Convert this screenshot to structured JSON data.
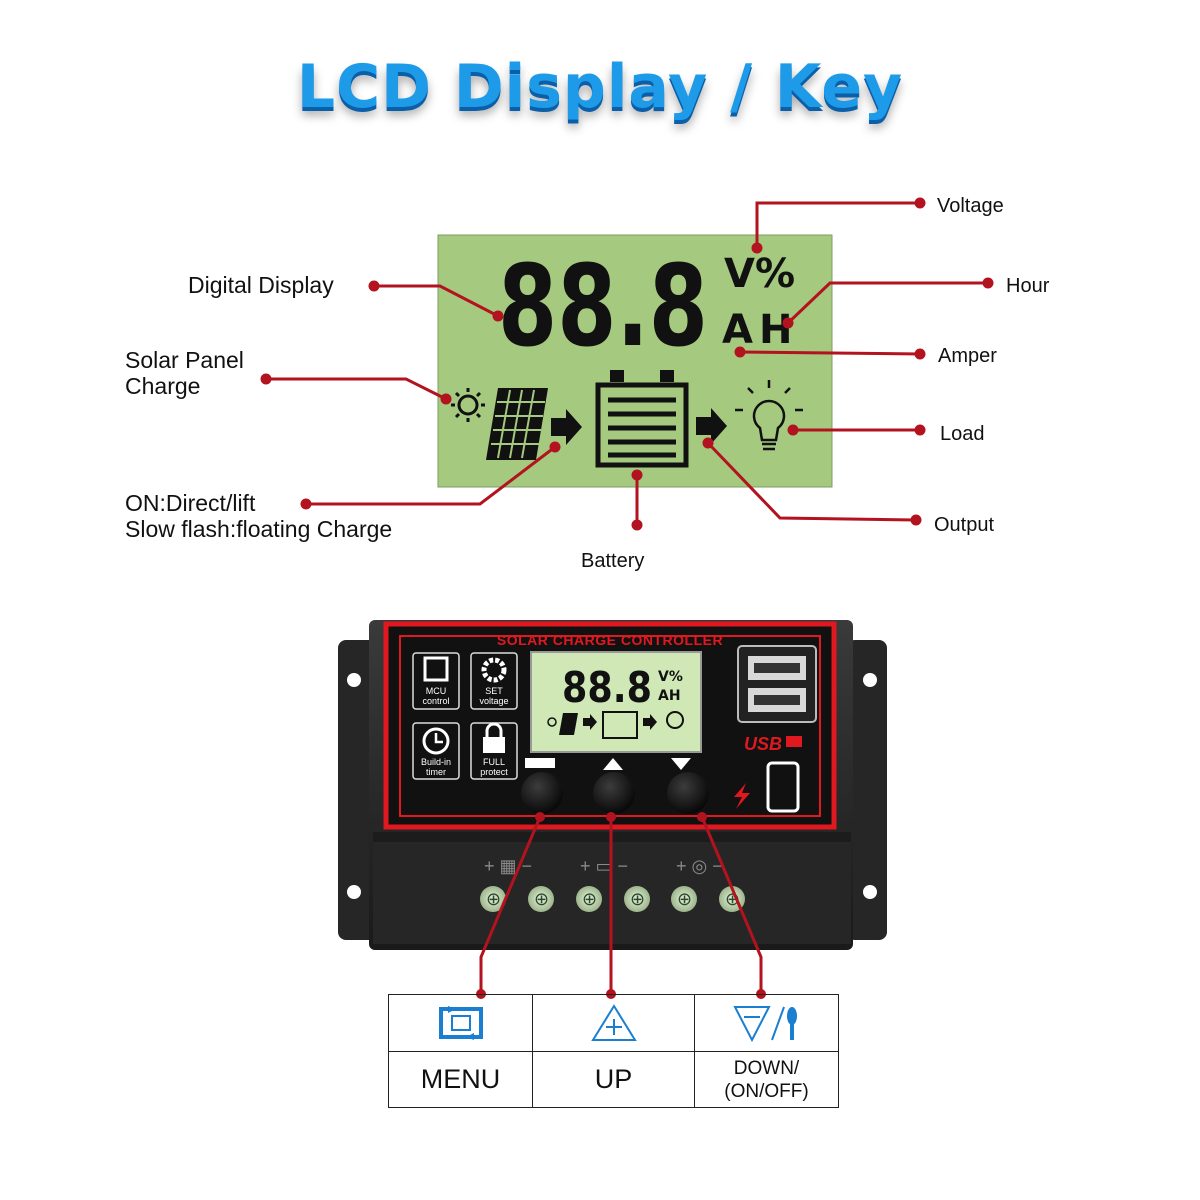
{
  "title": "LCD Display / Key",
  "lcd": {
    "digits": "88.8",
    "unit_top": "V%",
    "unit_bottom": "AH"
  },
  "callouts": {
    "voltage": "Voltage",
    "hour": "Hour",
    "amper": "Amper",
    "load": "Load",
    "output": "Output",
    "battery": "Battery",
    "digital_display": "Digital Display",
    "solar_panel_charge_line1": "Solar Panel",
    "solar_panel_charge_line2": "Charge",
    "on_line1": "ON:Direct/lift",
    "on_line2": "Slow flash:floating Charge"
  },
  "controller": {
    "header": "SOLAR CHARGE CONTROLLER",
    "features": [
      {
        "line1": "MCU",
        "line2": "control",
        "icon": "chip-icon"
      },
      {
        "line1": "SET",
        "line2": "voltage",
        "icon": "gear-icon"
      },
      {
        "line1": "Build-in",
        "line2": "timer",
        "icon": "clock-icon"
      },
      {
        "line1": "FULL",
        "line2": "protect",
        "icon": "lock-icon"
      }
    ],
    "usb_label": "USB",
    "mini_lcd": {
      "digits": "88.8",
      "unit_top": "V%",
      "unit_bottom": "AH"
    }
  },
  "keys": [
    {
      "label": "MENU",
      "icon": "menu-cycle-icon"
    },
    {
      "label": "UP",
      "icon": "up-triangle-icon"
    },
    {
      "label": "DOWN/\n(ON/OFF)",
      "line1": "DOWN/",
      "line2": "(ON/OFF)",
      "icon": "down-onoff-icon"
    }
  ],
  "colors": {
    "title_blue": "#1e9be8",
    "lcd_green": "#a4c97f",
    "callout_red": "#b3121f",
    "controller_red": "#e0181f",
    "controller_body": "#2a2a2a",
    "key_icon_blue": "#1a7fd1"
  }
}
